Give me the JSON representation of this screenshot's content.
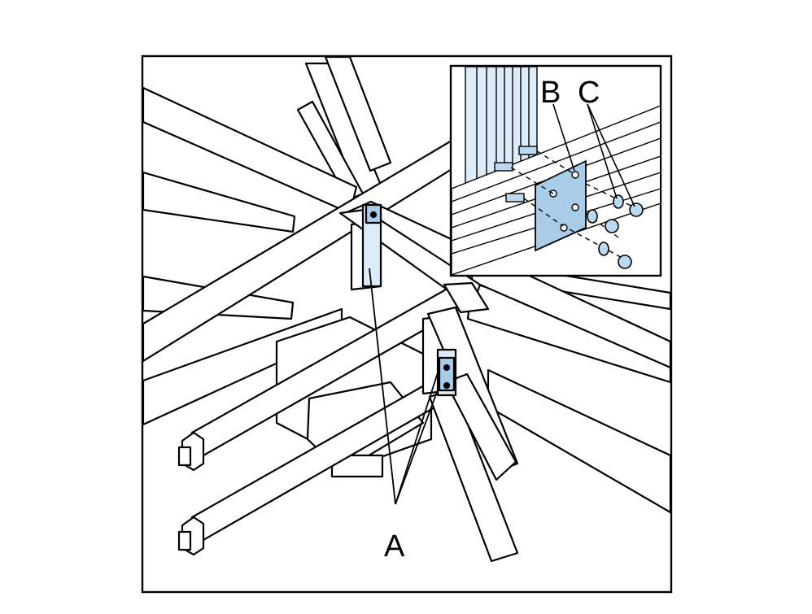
{
  "figure": {
    "labels": {
      "a": "A",
      "b": "B",
      "c": "C"
    }
  },
  "colors": {
    "line": "#000000",
    "background": "#ffffff",
    "part_fill": "#dcecf8",
    "plate_fill": "#a9cde9",
    "hardware_fill": "#bcd9f0"
  }
}
